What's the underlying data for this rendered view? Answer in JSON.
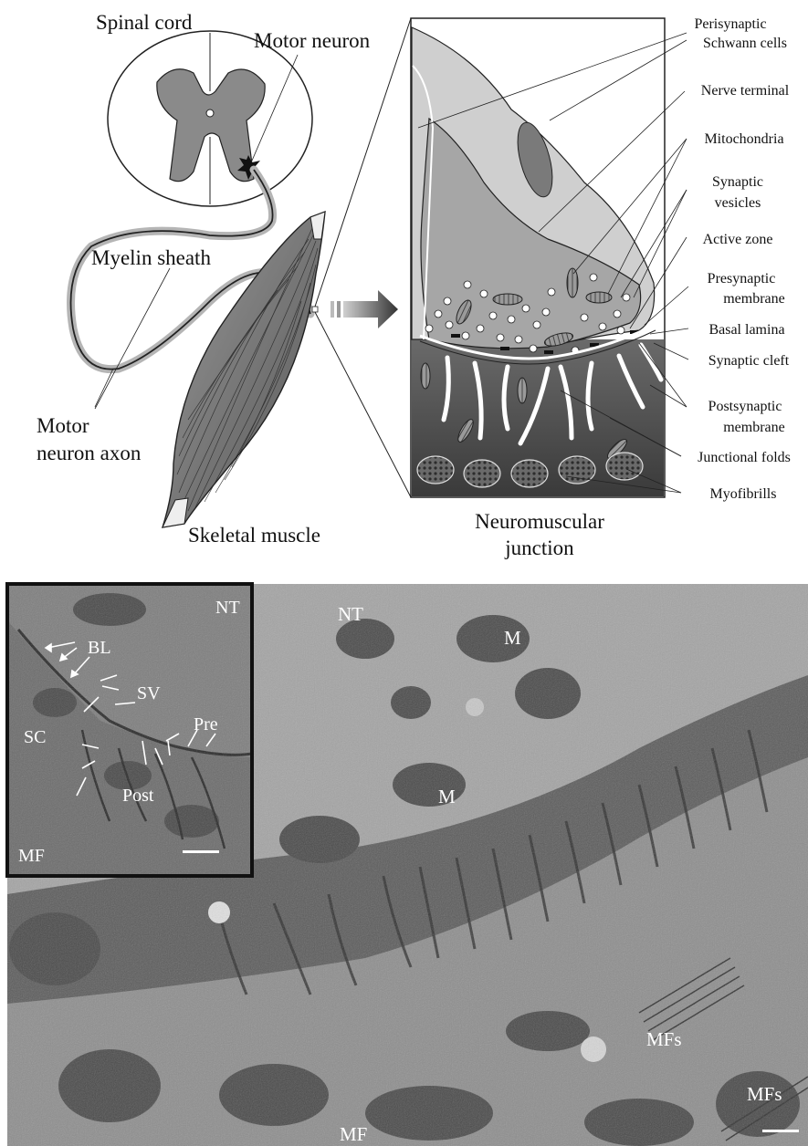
{
  "diagram": {
    "spinal_cord_label": "Spinal cord",
    "motor_neuron_label": "Motor neuron",
    "myelin_sheath_label": "Myelin sheath",
    "motor_neuron_axon_label": [
      "Motor",
      "neuron axon"
    ],
    "skeletal_muscle_label": "Skeletal muscle",
    "nmj_title": [
      "Neuromuscular",
      "junction"
    ],
    "right_labels": {
      "perisynaptic": [
        "Perisynaptic",
        "Schwann cells"
      ],
      "nerve_terminal": "Nerve terminal",
      "mitochondria": "Mitochondria",
      "synaptic_vesicles": [
        "Synaptic",
        "vesicles"
      ],
      "active_zone": "Active zone",
      "presynaptic": [
        "Presynaptic",
        "membrane"
      ],
      "basal_lamina": "Basal lamina",
      "synaptic_cleft": "Synaptic cleft",
      "postsynaptic": [
        "Postsynaptic",
        "membrane"
      ],
      "junctional_folds": "Junctional folds",
      "myofibrills": "Myofibrills"
    }
  },
  "micrograph": {
    "inset_labels": {
      "nt": "NT",
      "bl": "BL",
      "sv": "SV",
      "pre": "Pre",
      "sc": "SC",
      "post": "Post",
      "mf": "MF"
    },
    "main_labels": {
      "nt": "NT",
      "m_top": "M",
      "m_mid": "M",
      "mfs_1": "MFs",
      "mfs_2": "MFs",
      "mf": "MF"
    }
  },
  "colors": {
    "gray_matter": "#8a8a8a",
    "muscle": "#6e6e6e",
    "schwann": "#c8c8c8",
    "terminal": "#a6a6a6",
    "em_dark": "#3a3a3a",
    "em_light": "#9a9a9a"
  }
}
